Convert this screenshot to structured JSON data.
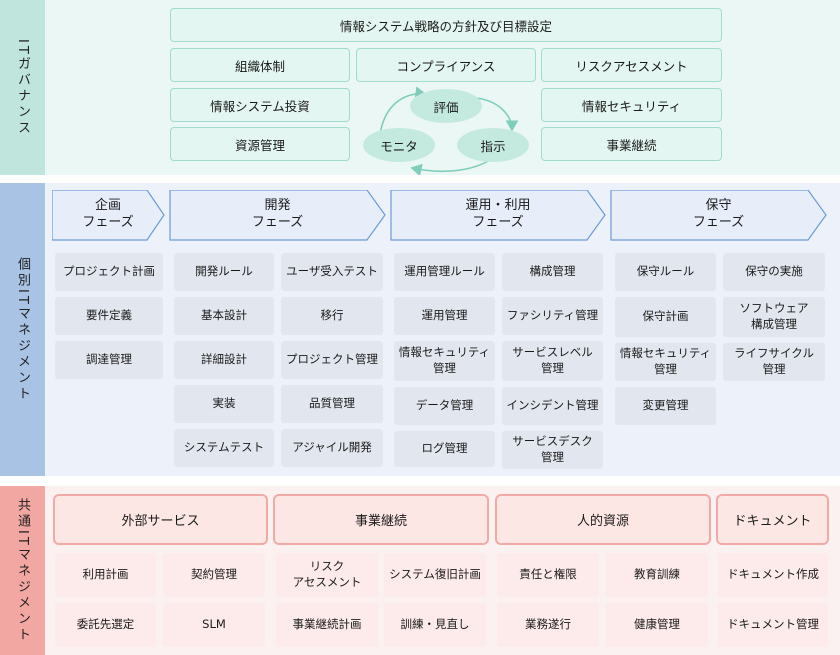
{
  "sections": {
    "governance": "ITガバナンス",
    "individual": "個別ITマネジメント",
    "common": "共通ITマネジメント"
  },
  "governance": {
    "strategy": "情報システム戦略の方針及び目標設定",
    "left": [
      "組織体制",
      "情報システム投資",
      "資源管理"
    ],
    "center_top": "コンプライアンス",
    "right": [
      "リスクアセスメント",
      "情報セキュリティ",
      "事業継続"
    ],
    "cycle": {
      "evaluate": "評価",
      "direct": "指示",
      "monitor": "モニタ"
    }
  },
  "phases": [
    {
      "title": "企画\nフェーズ",
      "items": [
        "プロジェクト計画",
        "要件定義",
        "調達管理"
      ]
    },
    {
      "title": "開発\nフェーズ",
      "items": [
        "開発ルール",
        "ユーザ受入テスト",
        "基本設計",
        "移行",
        "詳細設計",
        "プロジェクト管理",
        "実装",
        "品質管理",
        "システムテスト",
        "アジャイル開発"
      ]
    },
    {
      "title": "運用・利用\nフェーズ",
      "items": [
        "運用管理ルール",
        "構成管理",
        "運用管理",
        "ファシリティ管理",
        "情報セキュリティ\n管理",
        "サービスレベル\n管理",
        "データ管理",
        "インシデント管理",
        "ログ管理",
        "サービスデスク\n管理"
      ]
    },
    {
      "title": "保守\nフェーズ",
      "items": [
        "保守ルール",
        "保守の実施",
        "保守計画",
        "ソフトウェア\n構成管理",
        "情報セキュリティ\n管理",
        "ライフサイクル\n管理",
        "変更管理"
      ]
    }
  ],
  "common": [
    {
      "title": "外部サービス",
      "items": [
        "利用計画",
        "契約管理",
        "委託先選定",
        "SLM"
      ]
    },
    {
      "title": "事業継続",
      "items": [
        "リスク\nアセスメント",
        "システム復旧計画",
        "事業継続計画",
        "訓練・見直し"
      ]
    },
    {
      "title": "人的資源",
      "items": [
        "責任と権限",
        "教育訓練",
        "業務遂行",
        "健康管理"
      ]
    },
    {
      "title": "ドキュメント",
      "items": [
        "ドキュメント作成",
        "ドキュメント管理"
      ]
    }
  ]
}
